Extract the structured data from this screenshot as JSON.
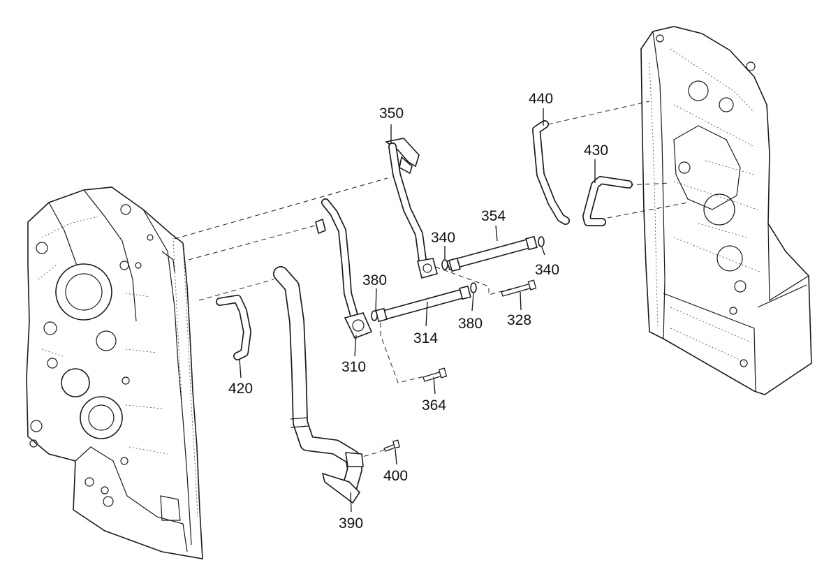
{
  "callouts": [
    {
      "id": "350",
      "label": "350"
    },
    {
      "id": "440",
      "label": "440"
    },
    {
      "id": "430",
      "label": "430"
    },
    {
      "id": "354",
      "label": "354"
    },
    {
      "id": "340a",
      "label": "340"
    },
    {
      "id": "340b",
      "label": "340"
    },
    {
      "id": "380a",
      "label": "380"
    },
    {
      "id": "380b",
      "label": "380"
    },
    {
      "id": "314",
      "label": "314"
    },
    {
      "id": "328",
      "label": "328"
    },
    {
      "id": "310",
      "label": "310"
    },
    {
      "id": "420",
      "label": "420"
    },
    {
      "id": "364",
      "label": "364"
    },
    {
      "id": "400",
      "label": "400"
    },
    {
      "id": "390",
      "label": "390"
    }
  ]
}
